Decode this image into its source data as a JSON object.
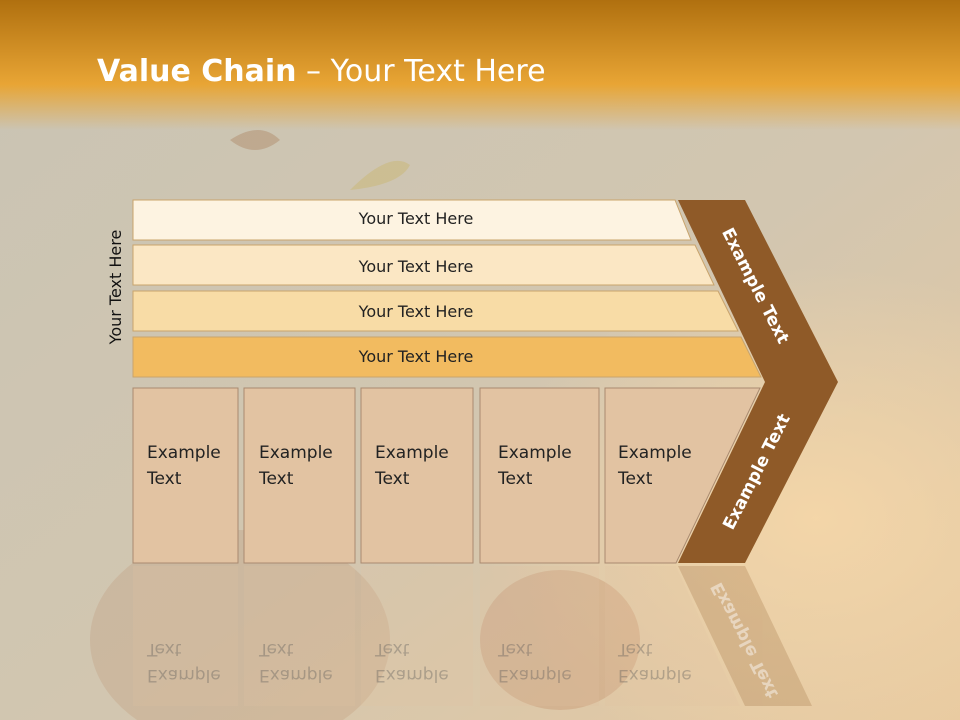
{
  "slide": {
    "title_bold": "Value Chain",
    "title_rest": " – Your Text Here",
    "side_label": "Your Text Here",
    "rows": [
      {
        "label": "Your Text Here",
        "color": "#fdf3e1"
      },
      {
        "label": "Your Text Here",
        "color": "#fbe7c4"
      },
      {
        "label": "Your Text Here",
        "color": "#f8dca6"
      },
      {
        "label": "Your Text Here",
        "color": "#f2bb60"
      }
    ],
    "cells": [
      {
        "line1": "Example",
        "line2": "Text"
      },
      {
        "line1": "Example",
        "line2": "Text"
      },
      {
        "line1": "Example",
        "line2": "Text"
      },
      {
        "line1": "Example",
        "line2": "Text"
      },
      {
        "line1": "Example",
        "line2": "Text"
      }
    ],
    "arrow_top": "Example Text",
    "arrow_bottom": "Example Text",
    "colors": {
      "header": "#e2a030",
      "arrow": "#8f5a28",
      "cell": "#e2c3a2",
      "background": "#cfc6b2"
    }
  }
}
